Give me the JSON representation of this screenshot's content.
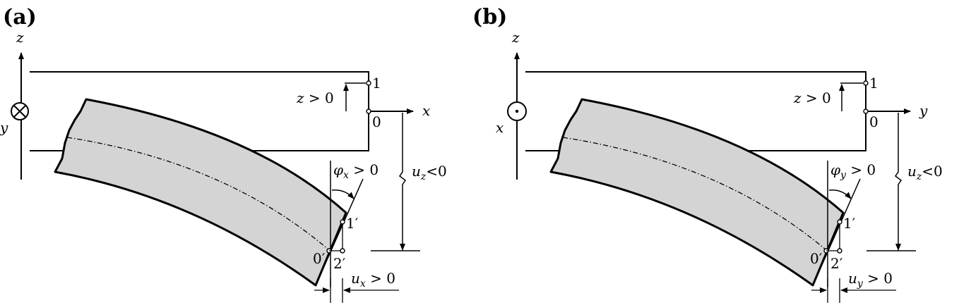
{
  "panels": [
    {
      "letter": "(a)",
      "vertical_axis": "z",
      "out_axis": "y",
      "out_symbol": "cross",
      "horizontal_axis": "x",
      "point_1": "1",
      "point_0": "0",
      "z_condition_var": "z",
      "z_condition_rel": " > 0",
      "uz_var": "u",
      "uz_sub": "z",
      "uz_rel": "<0",
      "phi_var": "φ",
      "phi_sub": "x",
      "phi_rel": " > 0",
      "point_1p": "1′",
      "point_0p": "0′",
      "point_2p": "2′",
      "u_var": "u",
      "u_sub": "x",
      "u_rel": " > 0"
    },
    {
      "letter": "(b)",
      "vertical_axis": "z",
      "out_axis": "x",
      "out_symbol": "dot",
      "horizontal_axis": "y",
      "point_1": "1",
      "point_0": "0",
      "z_condition_var": "z",
      "z_condition_rel": " > 0",
      "uz_var": "u",
      "uz_sub": "z",
      "uz_rel": "<0",
      "phi_var": "φ",
      "phi_sub": "y",
      "phi_rel": " > 0",
      "point_1p": "1′",
      "point_0p": "0′",
      "point_2p": "2′",
      "u_var": "u",
      "u_sub": "y",
      "u_rel": " > 0"
    }
  ],
  "colors": {
    "beam_fill": "#d4d4d4",
    "ink": "#000000"
  }
}
